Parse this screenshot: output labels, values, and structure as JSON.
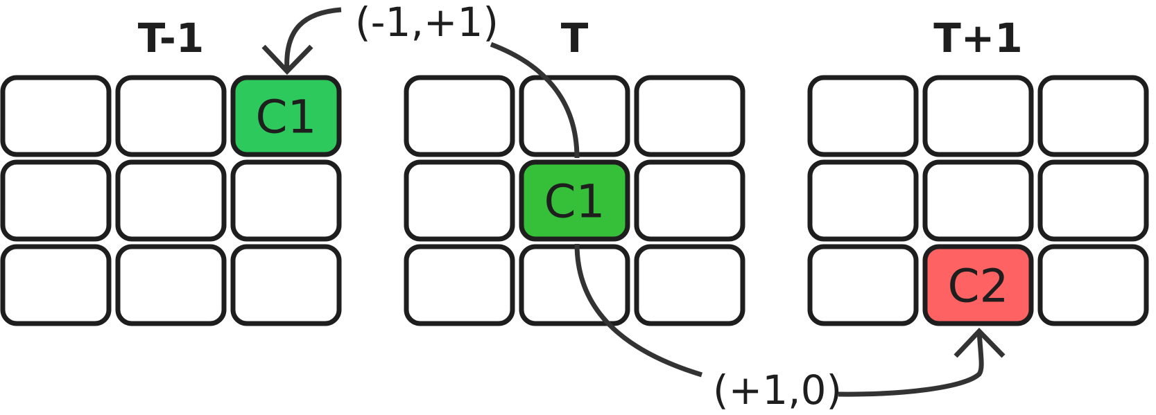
{
  "grids": [
    {
      "title": "T-1",
      "cells": [
        {
          "row": 0,
          "col": 2,
          "label": "C1",
          "color": "#2ec95c"
        }
      ]
    },
    {
      "title": "T",
      "cells": [
        {
          "row": 1,
          "col": 1,
          "label": "C1",
          "color": "#36bf38"
        }
      ]
    },
    {
      "title": "T+1",
      "cells": [
        {
          "row": 2,
          "col": 1,
          "label": "C2",
          "color": "#ff6262"
        }
      ]
    }
  ],
  "offsets": {
    "to_previous": "(-1,+1)",
    "to_next": "(+1,0)"
  },
  "colors": {
    "outline": "#1e1e1e",
    "connector": "#333333",
    "empty_cell": "#ffffff"
  }
}
